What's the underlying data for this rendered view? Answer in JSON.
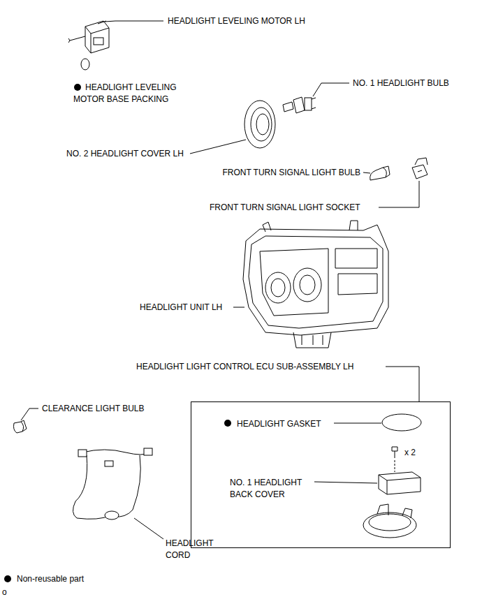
{
  "diagram": {
    "nodes": [
      {
        "text": [
          "HEADLIGHT GASKET",
          "x 2",
          "NO. 1 HEADLIGHT BACK COVER"
        ]
      }
    ],
    "labels": [
      "HEADLIGHT LEVELING MOTOR LH",
      "HEADLIGHT LEVELING MOTOR BASE PACKING",
      "NO. 1 HEADLIGHT BULB",
      "NO. 2 HEADLIGHT COVER LH",
      "FRONT TURN SIGNAL LIGHT BULB",
      "FRONT TURN SIGNAL LIGHT SOCKET",
      "HEADLIGHT UNIT LH",
      "HEADLIGHT LIGHT CONTROL ECU SUB-ASSEMBLY LH",
      "CLEARANCE LIGHT BULB",
      "HEADLIGHT CORD",
      "o"
    ],
    "legend": [
      {
        "text": "Non-reusable part"
      }
    ]
  }
}
